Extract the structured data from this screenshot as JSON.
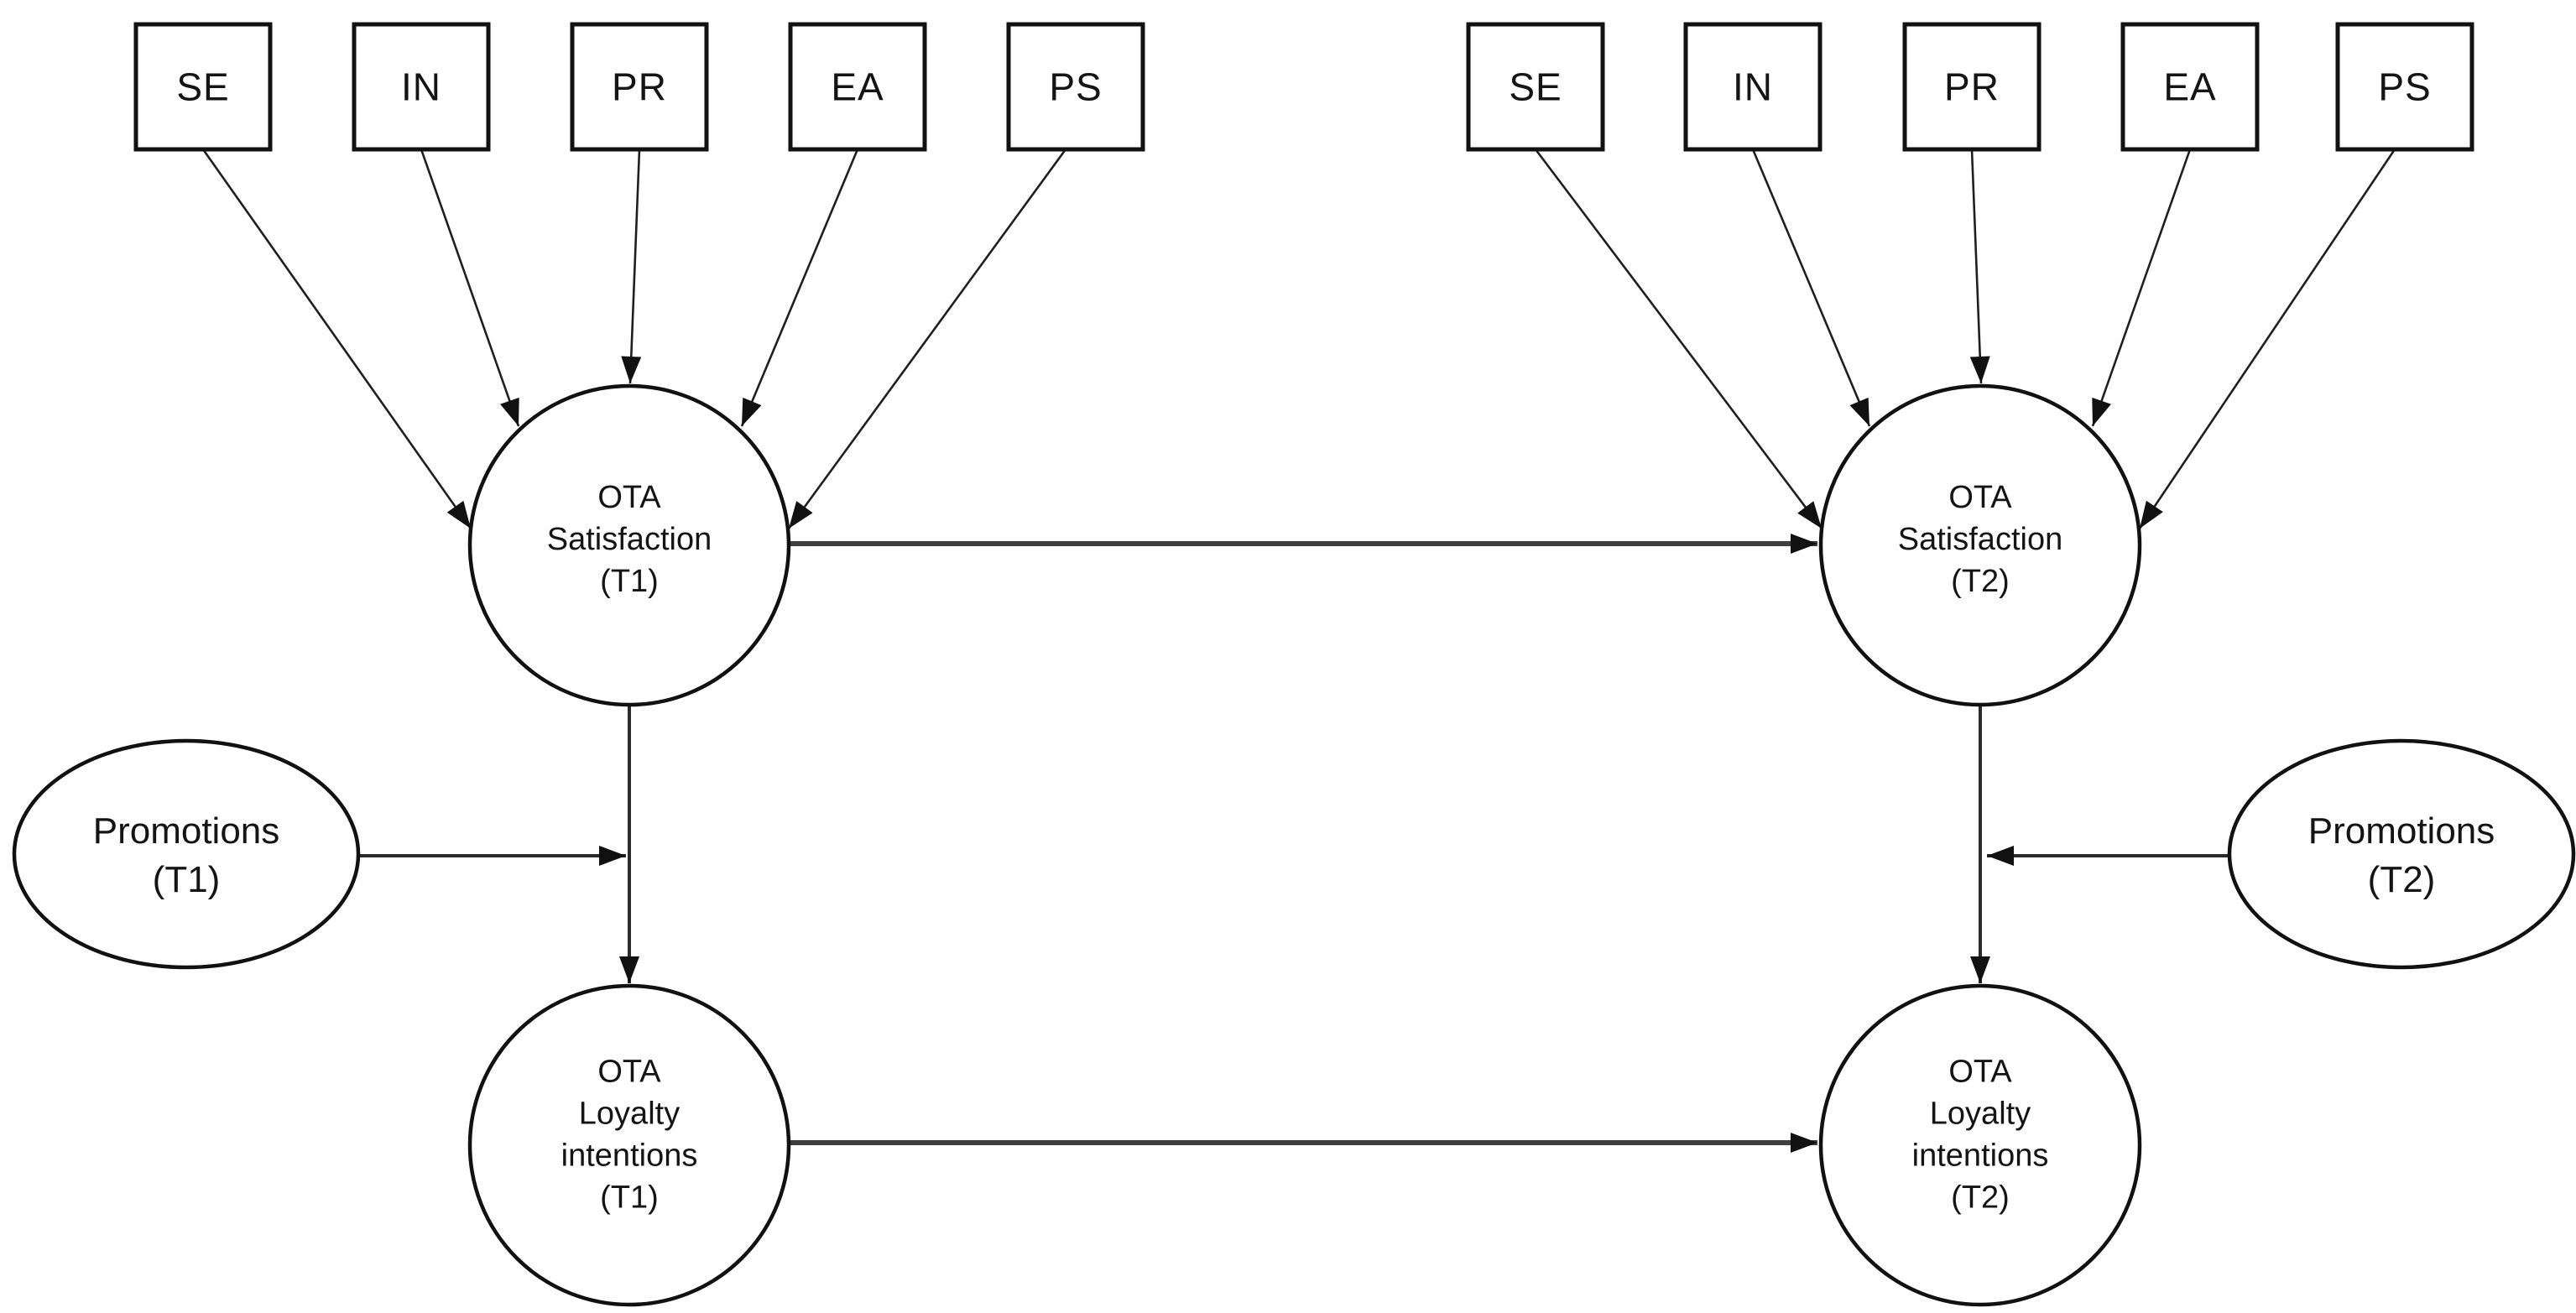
{
  "figure": {
    "type": "sem-path-diagram",
    "background": "#ffffff",
    "shape_stroke_color": "#111111",
    "line_color": "#1f1f1f",
    "thick_connector_color": "#3f3f3f",
    "text_color": "#141414"
  },
  "indicators": {
    "t1": [
      "SE",
      "IN",
      "PR",
      "EA",
      "PS"
    ],
    "t2": [
      "SE",
      "IN",
      "PR",
      "EA",
      "PS"
    ]
  },
  "latents": {
    "satisfaction_t1": "OTA\nSatisfaction\n(T1)",
    "satisfaction_t2": "OTA\nSatisfaction\n(T2)",
    "loyalty_t1": "OTA\nLoyalty\nintentions\n(T1)",
    "loyalty_t2": "OTA\nLoyalty\nintentions\n(T2)",
    "promotions_t1": "Promotions\n(T1)",
    "promotions_t2": "Promotions\n(T2)"
  },
  "edges": [
    {
      "from": "se-t1",
      "to": "satisfaction-t1"
    },
    {
      "from": "in-t1",
      "to": "satisfaction-t1"
    },
    {
      "from": "pr-t1",
      "to": "satisfaction-t1"
    },
    {
      "from": "ea-t1",
      "to": "satisfaction-t1"
    },
    {
      "from": "ps-t1",
      "to": "satisfaction-t1"
    },
    {
      "from": "se-t2",
      "to": "satisfaction-t2"
    },
    {
      "from": "in-t2",
      "to": "satisfaction-t2"
    },
    {
      "from": "pr-t2",
      "to": "satisfaction-t2"
    },
    {
      "from": "ea-t2",
      "to": "satisfaction-t2"
    },
    {
      "from": "ps-t2",
      "to": "satisfaction-t2"
    },
    {
      "from": "satisfaction-t1",
      "to": "satisfaction-t2"
    },
    {
      "from": "loyalty-t1",
      "to": "loyalty-t2"
    },
    {
      "from": "satisfaction-t1",
      "to": "loyalty-t1"
    },
    {
      "from": "satisfaction-t2",
      "to": "loyalty-t2"
    },
    {
      "from": "promotions-t1",
      "to": "satisfaction-t1-loyalty-t1-path"
    },
    {
      "from": "promotions-t2",
      "to": "satisfaction-t2-loyalty-t2-path"
    }
  ]
}
